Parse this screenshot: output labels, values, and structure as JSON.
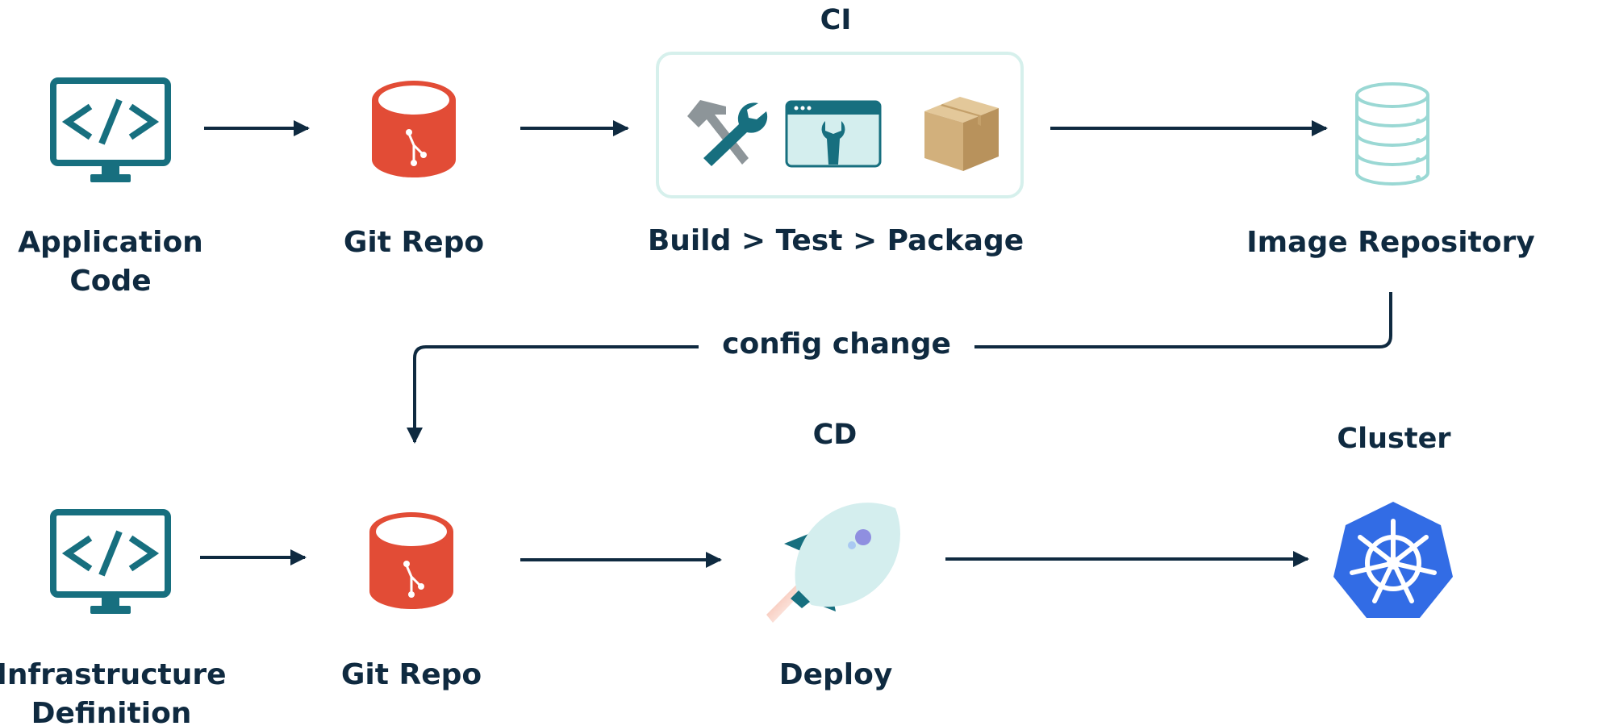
{
  "diagram": {
    "ci_title": "CI",
    "cd_title": "CD",
    "cluster_title": "Cluster",
    "config_change": "config change",
    "row1": {
      "app_code": {
        "line1": "Application",
        "line2": "Code",
        "icon": "code-monitor-icon"
      },
      "git_repo": {
        "label": "Git Repo",
        "icon": "git-repo-icon"
      },
      "ci_stage": {
        "label": "Build > Test > Package",
        "icons": [
          "build-tools-icon",
          "test-window-icon",
          "package-box-icon"
        ]
      },
      "image_repo": {
        "label": "Image Repository",
        "icon": "database-icon"
      }
    },
    "row2": {
      "infra_def": {
        "line1": "Infrastructure",
        "line2": "Definition",
        "icon": "code-monitor-icon"
      },
      "git_repo": {
        "label": "Git Repo",
        "icon": "git-repo-icon"
      },
      "deploy": {
        "label": "Deploy",
        "icon": "rocket-icon"
      },
      "cluster": {
        "icon": "kubernetes-icon"
      }
    },
    "colors": {
      "text": "#0f2a40",
      "teal": "#176f7f",
      "git_red": "#e24c36",
      "db_teal": "#9ad8d4",
      "ci_box_border": "#d6f0ec",
      "k8s_blue": "#326ce5",
      "box_brown": "#d2b07c"
    }
  }
}
